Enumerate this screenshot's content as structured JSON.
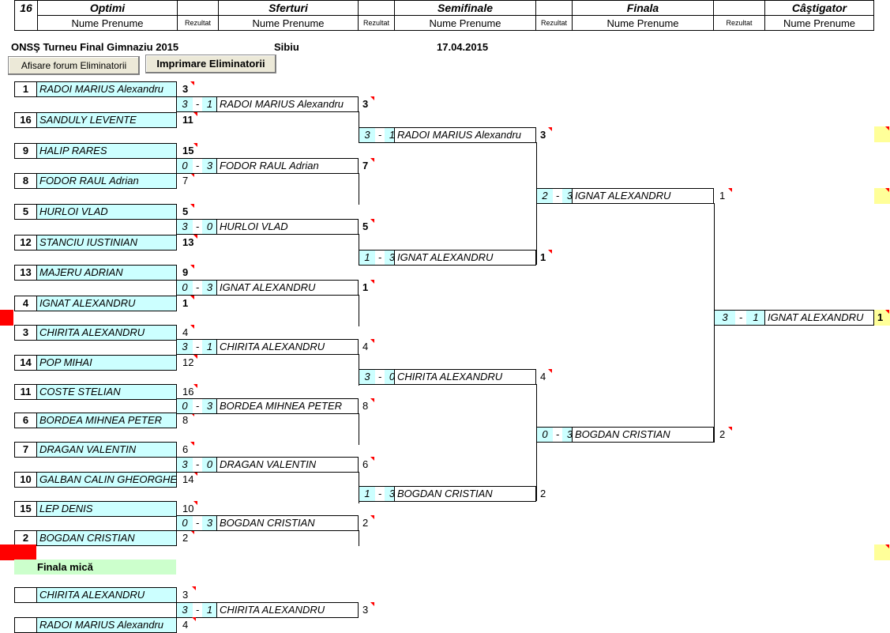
{
  "header": {
    "draw_size": "16",
    "optimi": "Optimi",
    "sferturi": "Sferturi",
    "semifinale": "Semifinale",
    "finala": "Finala",
    "castigator": "Câştigator",
    "nume_prenume": "Nume Prenume",
    "rezultat": "Rezultat"
  },
  "info": {
    "event": "ONSŞ Turneu Final Gimnaziu 2015",
    "city": "Sibiu",
    "date": "17.04.2015"
  },
  "buttons": {
    "show": "Afisare forum Eliminatorii",
    "print": "Imprimare Eliminatorii"
  },
  "r1": [
    {
      "seed": "1",
      "name": "RADOI MARIUS Alexandru",
      "res": "3"
    },
    {
      "seed": "16",
      "name": "SANDULY LEVENTE",
      "res": "11"
    },
    {
      "seed": "9",
      "name": "HALIP RARES",
      "res": "15"
    },
    {
      "seed": "8",
      "name": "FODOR RAUL Adrian",
      "res": "7"
    },
    {
      "seed": "5",
      "name": "HURLOI VLAD",
      "res": "5"
    },
    {
      "seed": "12",
      "name": "STANCIU IUSTINIAN",
      "res": "13"
    },
    {
      "seed": "13",
      "name": "MAJERU ADRIAN",
      "res": "9"
    },
    {
      "seed": "4",
      "name": "IGNAT ALEXANDRU",
      "res": "1"
    },
    {
      "seed": "3",
      "name": "CHIRITA ALEXANDRU",
      "res": "4"
    },
    {
      "seed": "14",
      "name": "POP MIHAI",
      "res": "12"
    },
    {
      "seed": "11",
      "name": "COSTE STELIAN",
      "res": "16"
    },
    {
      "seed": "6",
      "name": "BORDEA MIHNEA PETER",
      "res": "8"
    },
    {
      "seed": "7",
      "name": "DRAGAN VALENTIN",
      "res": "6"
    },
    {
      "seed": "10",
      "name": "GALBAN CALIN GHEORGHE",
      "res": "14"
    },
    {
      "seed": "15",
      "name": "LEP DENIS",
      "res": "10"
    },
    {
      "seed": "2",
      "name": "BOGDAN CRISTIAN",
      "res": "2"
    }
  ],
  "r2": [
    {
      "a": "3",
      "b": "1",
      "name": "RADOI MARIUS Alexandru",
      "res": "3"
    },
    {
      "a": "0",
      "b": "3",
      "name": "FODOR RAUL Adrian",
      "res": "7"
    },
    {
      "a": "3",
      "b": "0",
      "name": "HURLOI VLAD",
      "res": "5"
    },
    {
      "a": "0",
      "b": "3",
      "name": "IGNAT ALEXANDRU",
      "res": "1"
    },
    {
      "a": "3",
      "b": "1",
      "name": "CHIRITA ALEXANDRU",
      "res": "4"
    },
    {
      "a": "0",
      "b": "3",
      "name": "BORDEA MIHNEA PETER",
      "res": "8"
    },
    {
      "a": "3",
      "b": "0",
      "name": "DRAGAN VALENTIN",
      "res": "6"
    },
    {
      "a": "0",
      "b": "3",
      "name": "BOGDAN CRISTIAN",
      "res": "2"
    }
  ],
  "r3": [
    {
      "a": "3",
      "b": "1",
      "name": "RADOI MARIUS Alexandru",
      "res": "3"
    },
    {
      "a": "1",
      "b": "3",
      "name": "IGNAT ALEXANDRU",
      "res": "1"
    },
    {
      "a": "3",
      "b": "0",
      "name": "CHIRITA ALEXANDRU",
      "res": "4"
    },
    {
      "a": "1",
      "b": "3",
      "name": "BOGDAN CRISTIAN",
      "res": "2"
    }
  ],
  "r4": [
    {
      "a": "2",
      "b": "3",
      "name": "IGNAT ALEXANDRU",
      "res": "1"
    },
    {
      "a": "0",
      "b": "3",
      "name": "BOGDAN CRISTIAN",
      "res": "2"
    }
  ],
  "winner": {
    "a": "3",
    "b": "1",
    "name": "IGNAT ALEXANDRU",
    "res": "1"
  },
  "small_final": {
    "label": "Finala mică",
    "p1": {
      "name": "CHIRITA ALEXANDRU",
      "res": "3"
    },
    "p2": {
      "name": "RADOI MARIUS Alexandru",
      "res": "4"
    },
    "match": {
      "a": "3",
      "b": "1",
      "name": "CHIRITA ALEXANDRU",
      "res": "3"
    }
  }
}
